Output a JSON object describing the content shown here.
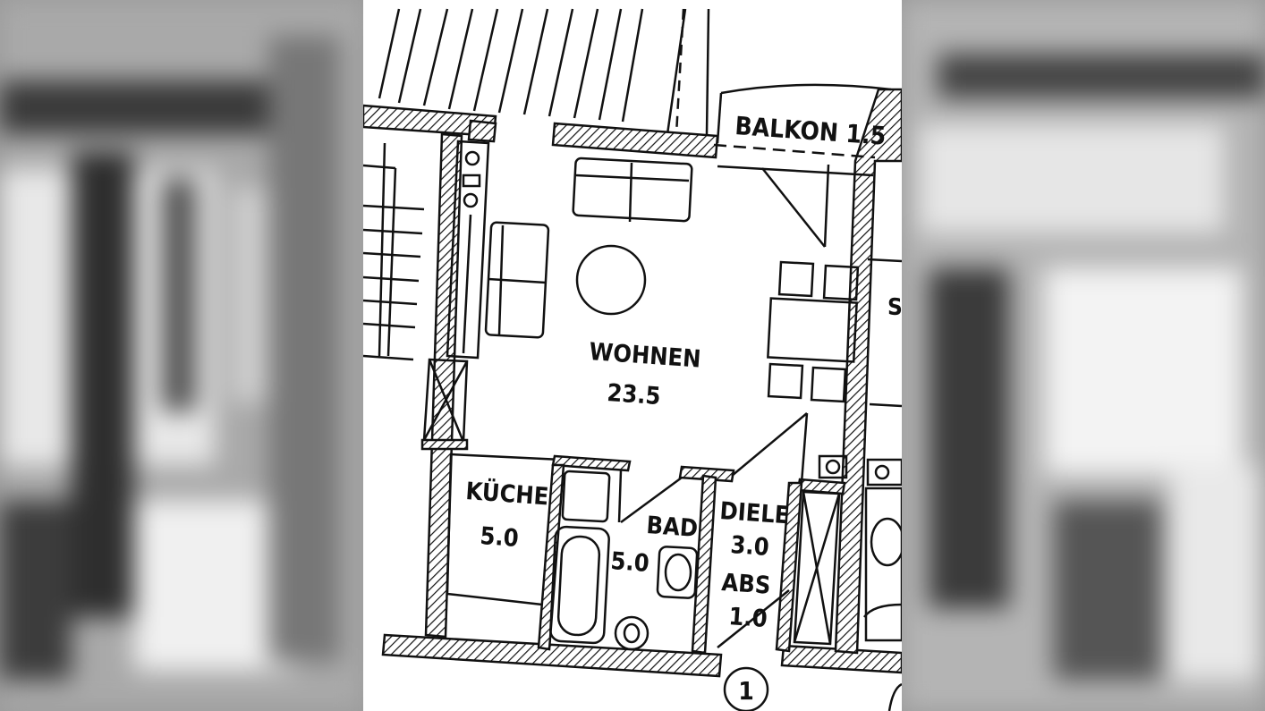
{
  "floorplan": {
    "rooms": [
      {
        "name": "BALKON",
        "area": "1.5"
      },
      {
        "name": "WOHNEN",
        "area": "23.5"
      },
      {
        "name": "KÜCHE",
        "area": "5.0"
      },
      {
        "name": "BAD",
        "area": "5.0"
      },
      {
        "name": "DIELE",
        "area": "3.0"
      },
      {
        "name": "ABS",
        "area": "1.0"
      }
    ],
    "balkon_label": "BALKON 1.5",
    "unit_number": "1",
    "edge_letter": "S"
  },
  "colors": {
    "ink": "#111111",
    "paper": "#ffffff",
    "blur_bg": "#9a9a9a"
  }
}
